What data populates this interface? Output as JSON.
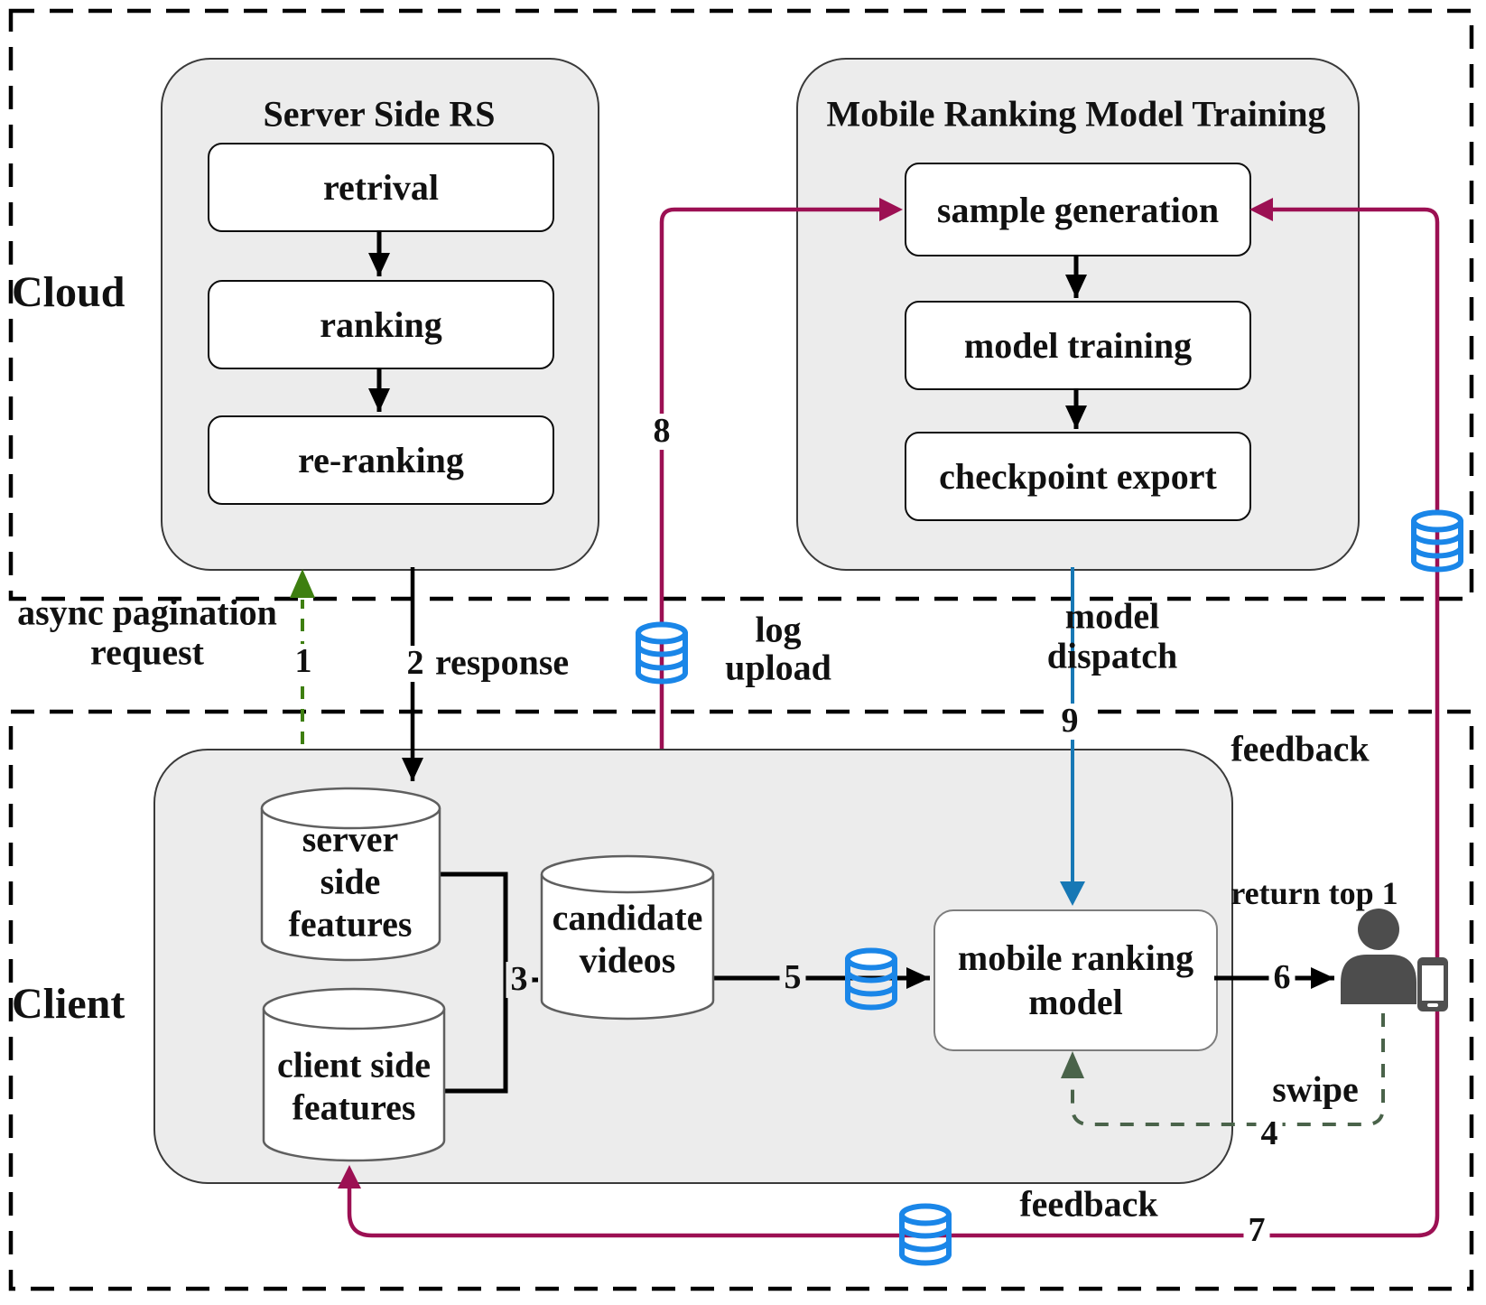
{
  "cloud": {
    "label": "Cloud"
  },
  "client_region": {
    "label": "Client"
  },
  "server_rs": {
    "title": "Server Side RS",
    "steps": [
      {
        "label": "retrival"
      },
      {
        "label": "ranking"
      },
      {
        "label": "re-ranking"
      }
    ]
  },
  "training": {
    "title": "Mobile Ranking Model Training",
    "steps": [
      {
        "label": "sample generation"
      },
      {
        "label": "model training"
      },
      {
        "label": "checkpoint export"
      }
    ]
  },
  "client_box": {
    "server_features_lines": [
      "server",
      "side",
      "features"
    ],
    "client_features_lines": [
      "client side",
      "features"
    ],
    "candidate_videos_lines": [
      "candidate",
      "videos"
    ],
    "mobile_ranking_model_lines": [
      "mobile ranking",
      "model"
    ]
  },
  "edge_labels": {
    "async_line1": "async pagination",
    "async_line2": "request",
    "response": "response",
    "log_line1": "log",
    "log_line2": "upload",
    "dispatch_line1": "model",
    "dispatch_line2": "dispatch",
    "feedback_top": "feedback",
    "feedback_bottom": "feedback",
    "return_top": "return top 1",
    "swipe": "swipe"
  },
  "step_numbers": {
    "s1": "1",
    "s2": "2",
    "s3": "3",
    "s4": "4",
    "s5": "5",
    "s6": "6",
    "s7": "7",
    "s8": "8",
    "s9": "9"
  },
  "icons": {
    "database": "database-icon",
    "user": "user-icon",
    "smartphone": "smartphone-icon"
  },
  "colors": {
    "crimson": "#9c1053",
    "blue_line": "#1778b5",
    "blue_db": "#1a86e8",
    "green_bright": "#3e7f10",
    "green_dark": "#4a634a",
    "group_fill": "#ececec",
    "border_dark": "#1a1a1a",
    "person_gray": "#4d4d4d"
  }
}
